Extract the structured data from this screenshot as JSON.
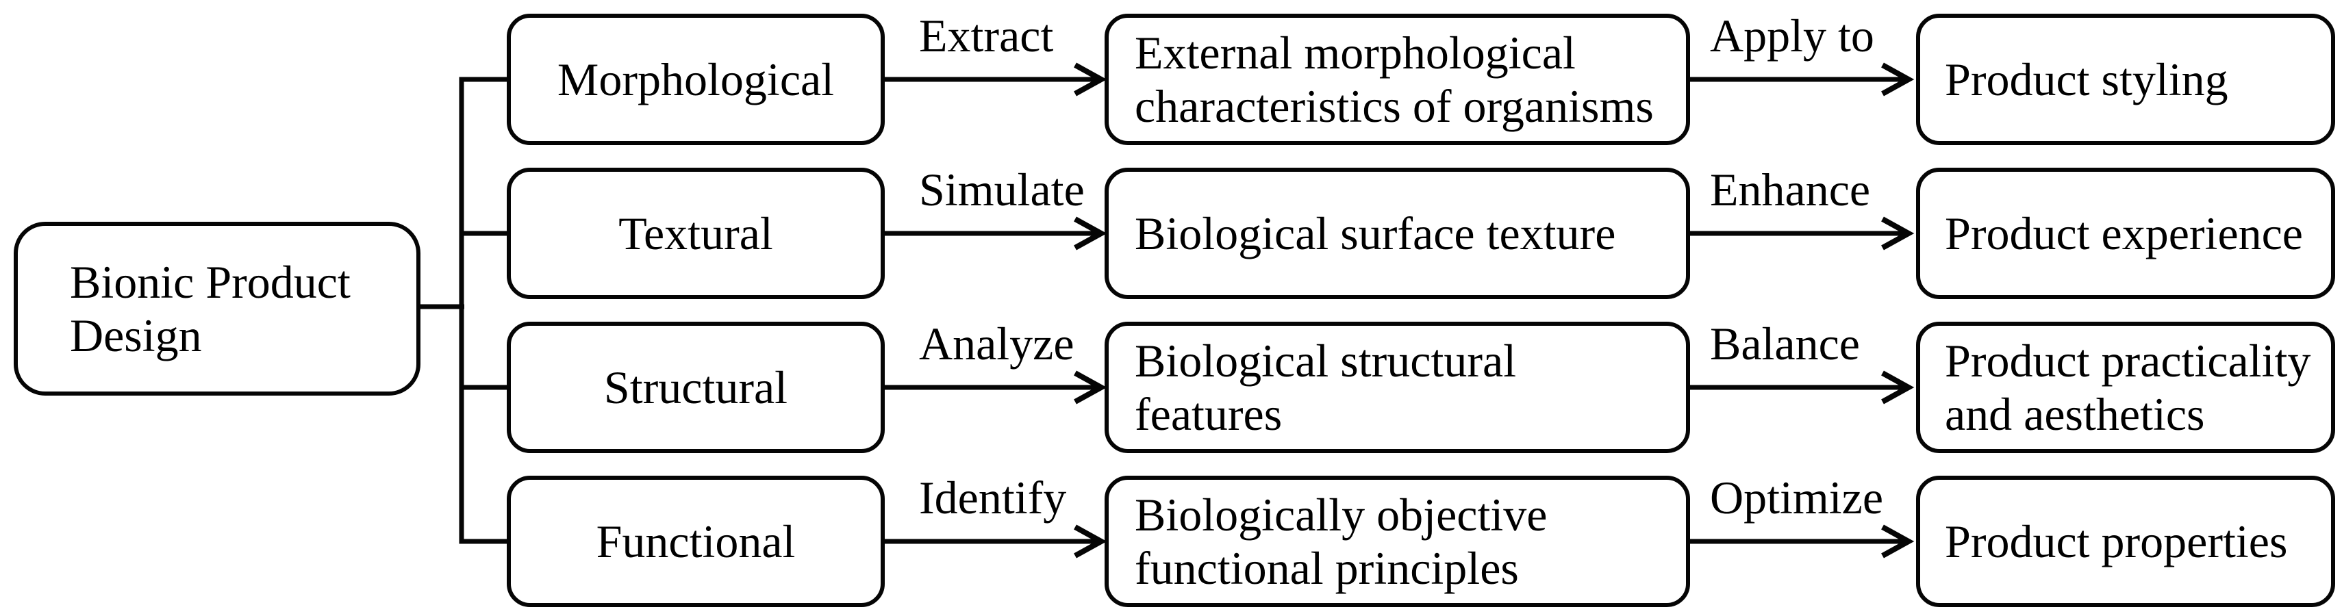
{
  "figure": {
    "type": "flowchart",
    "background_color": "#ffffff",
    "stroke_color": "#050505",
    "text_color": "#000000",
    "root": {
      "label": "Bionic Product\nDesign"
    },
    "rows": [
      {
        "category": "Morphological",
        "verb1": "Extract",
        "description": "External morphological\ncharacteristics of organisms",
        "verb2": "Apply to",
        "outcome": "Product styling"
      },
      {
        "category": "Textural",
        "verb1": "Simulate",
        "description": "Biological surface texture",
        "verb2": "Enhance",
        "outcome": "Product experience"
      },
      {
        "category": "Structural",
        "verb1": "Analyze",
        "description": "Biological structural\nfeatures",
        "verb2": "Balance",
        "outcome": "Product practicality\nand aesthetics"
      },
      {
        "category": "Functional",
        "verb1": "Identify",
        "description": "Biologically objective\nfunctional principles",
        "verb2": "Optimize",
        "outcome": "Product properties"
      }
    ]
  }
}
